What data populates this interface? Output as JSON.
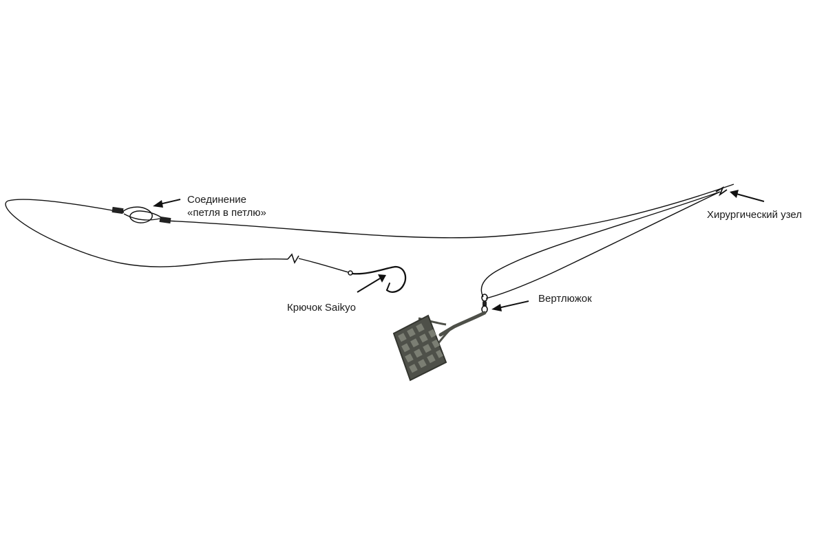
{
  "labels": {
    "loop_connection_line1": "Соединение",
    "loop_connection_line2": "«петля в петлю»",
    "hook": "Крючок Saikyo",
    "swivel": "Вертлюжок",
    "surgeon_knot": "Хирургический узел"
  },
  "colors": {
    "line": "#111111",
    "feeder": "#4e5049",
    "feeder_dark": "#33352f",
    "feeder_cell": "#7b7e73",
    "sleeve": "#222222"
  }
}
